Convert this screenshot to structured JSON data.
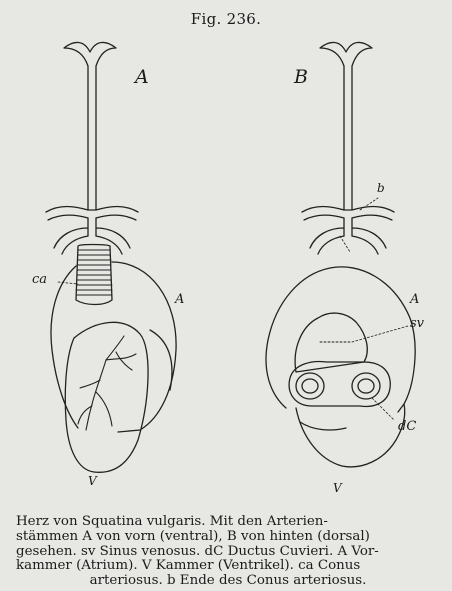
{
  "figure": {
    "title": "Fig. 236.",
    "labels": {
      "panel_a": "A",
      "panel_b": "B",
      "ca": "ca",
      "atrium_a_left": "A",
      "atrium_a_right": "A",
      "ventricle_left": "V",
      "ventricle_right": "V",
      "sv": "sv",
      "dc": "dC",
      "b": "b"
    }
  },
  "caption": {
    "line1": "Herz von Squatina vulgaris. Mit den Arterien-",
    "line2": "stämmen A von vorn (ventral), B von hinten (dorsal)",
    "line3": "gesehen. sv Sinus venosus. dC Ductus Cuvieri. A Vor-",
    "line4": "kammer (Atrium). V Kammer (Ventrikel). ca Conus",
    "line5": "arteriosus. b Ende des Conus arteriosus."
  }
}
